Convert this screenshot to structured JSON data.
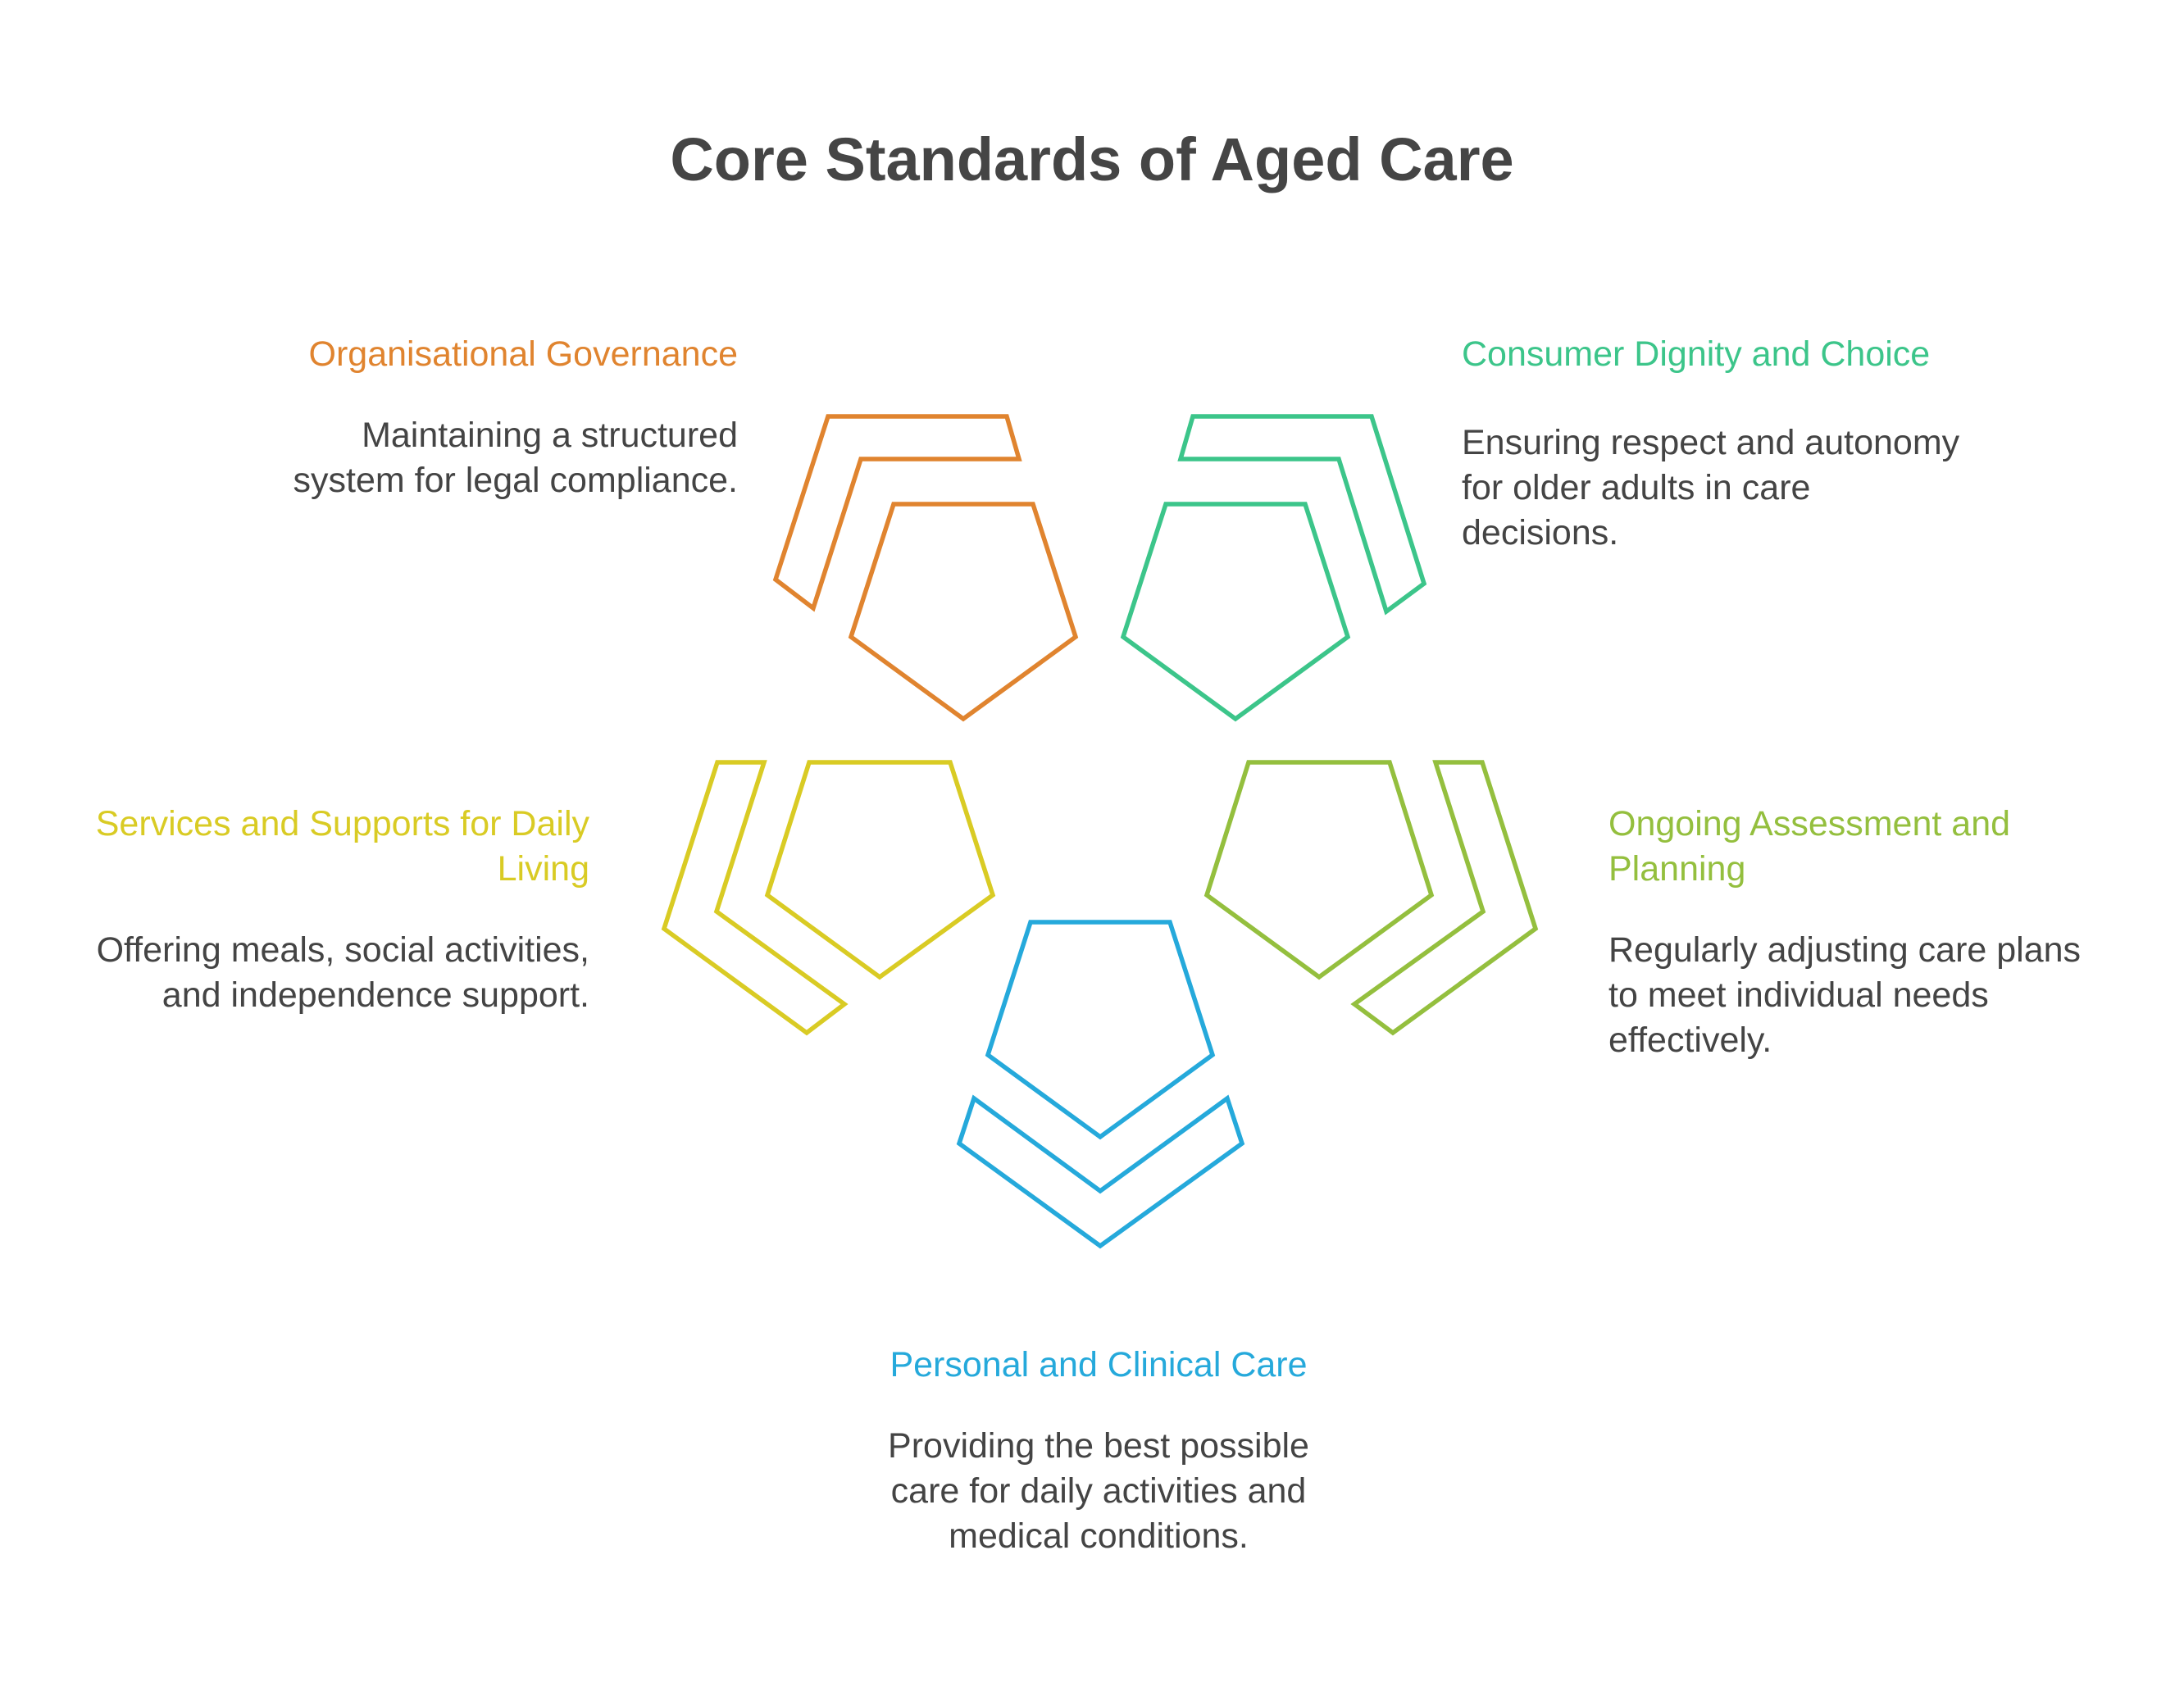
{
  "title": "Core Standards of Aged Care",
  "colors": {
    "governance": "#E0842F",
    "dignity": "#3CC58A",
    "daily_living": "#D9CB24",
    "assessment": "#94BF3E",
    "clinical": "#25A9DB"
  },
  "items": {
    "governance": {
      "heading": "Organisational Governance",
      "description": [
        "Maintaining a structured",
        "system for legal compliance."
      ]
    },
    "dignity": {
      "heading": "Consumer Dignity and Choice",
      "description": [
        "Ensuring respect and autonomy",
        "for older adults in care",
        "decisions."
      ]
    },
    "daily_living": {
      "heading": [
        "Services and Supports for Daily",
        "Living"
      ],
      "description": [
        "Offering meals, social activities,",
        "and independence support."
      ]
    },
    "assessment": {
      "heading": [
        "Ongoing Assessment and",
        "Planning"
      ],
      "description": [
        "Regularly adjusting care plans",
        "to meet individual needs",
        "effectively."
      ]
    },
    "clinical": {
      "heading": "Personal and Clinical Care",
      "description": [
        "Providing the best possible",
        "care for daily activities and",
        "medical conditions."
      ]
    }
  }
}
